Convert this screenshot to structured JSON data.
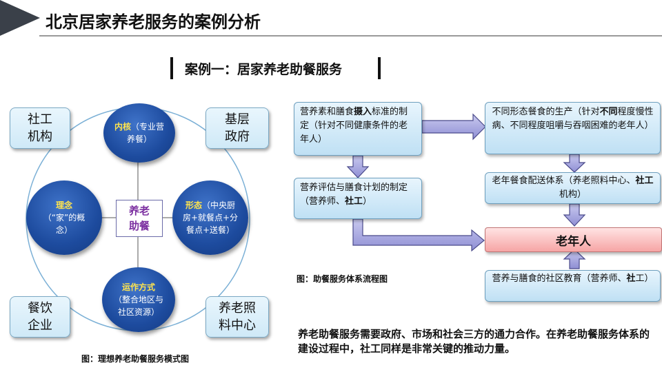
{
  "header": {
    "title": "北京居家养老服务的案例分析"
  },
  "case_title": "案例一：居家养老助餐服务",
  "left_diagram": {
    "corners": {
      "top_left": "社工机构",
      "top_right": "基层政府",
      "bottom_left": "餐饮企业",
      "bottom_right": "养老照料中心"
    },
    "nodes": {
      "top": {
        "highlight": "内核",
        "text": "（专业营养餐）"
      },
      "left": {
        "highlight": "理念",
        "text": "（“家”的概念）"
      },
      "right": {
        "highlight": "形态",
        "text": "（中央厨房+就餐点+分餐点+送餐）"
      },
      "bottom": {
        "highlight": "运作方式",
        "text": "（整合地区与社区资源）"
      }
    },
    "center": "养老助餐",
    "caption": "图：理想养老助餐服务模式图"
  },
  "flowchart": {
    "box1": {
      "pre": "营养素和膳食",
      "bold": "摄入",
      "post": "标准的制定（针对不同健康条件的老年人）"
    },
    "box2": {
      "text": "营养评估与膳食计划的制定（营养师、",
      "bold": "社工",
      "post": "）"
    },
    "box3": {
      "text": "不同形态餐食的生产（针对",
      "bold": "不同",
      "post": "程度慢性病、不同程度咀嚼与吞咽困难的老年人）"
    },
    "box4": {
      "text": "老年餐食配送体系（养老照料中心、",
      "bold": "社工",
      "post": "机构）"
    },
    "elder": "老年人",
    "box5": {
      "text": "营养与膳食的社区教育（营养师、",
      "bold": "社",
      "post": "工）"
    },
    "caption": "图：助餐服务体系流程图"
  },
  "bottom_text": "养老助餐服务需要政府、市场和社会三方的通力合作。在养老助餐服务体系的建设过程中，社工同样是非常关键的推动力量。"
}
